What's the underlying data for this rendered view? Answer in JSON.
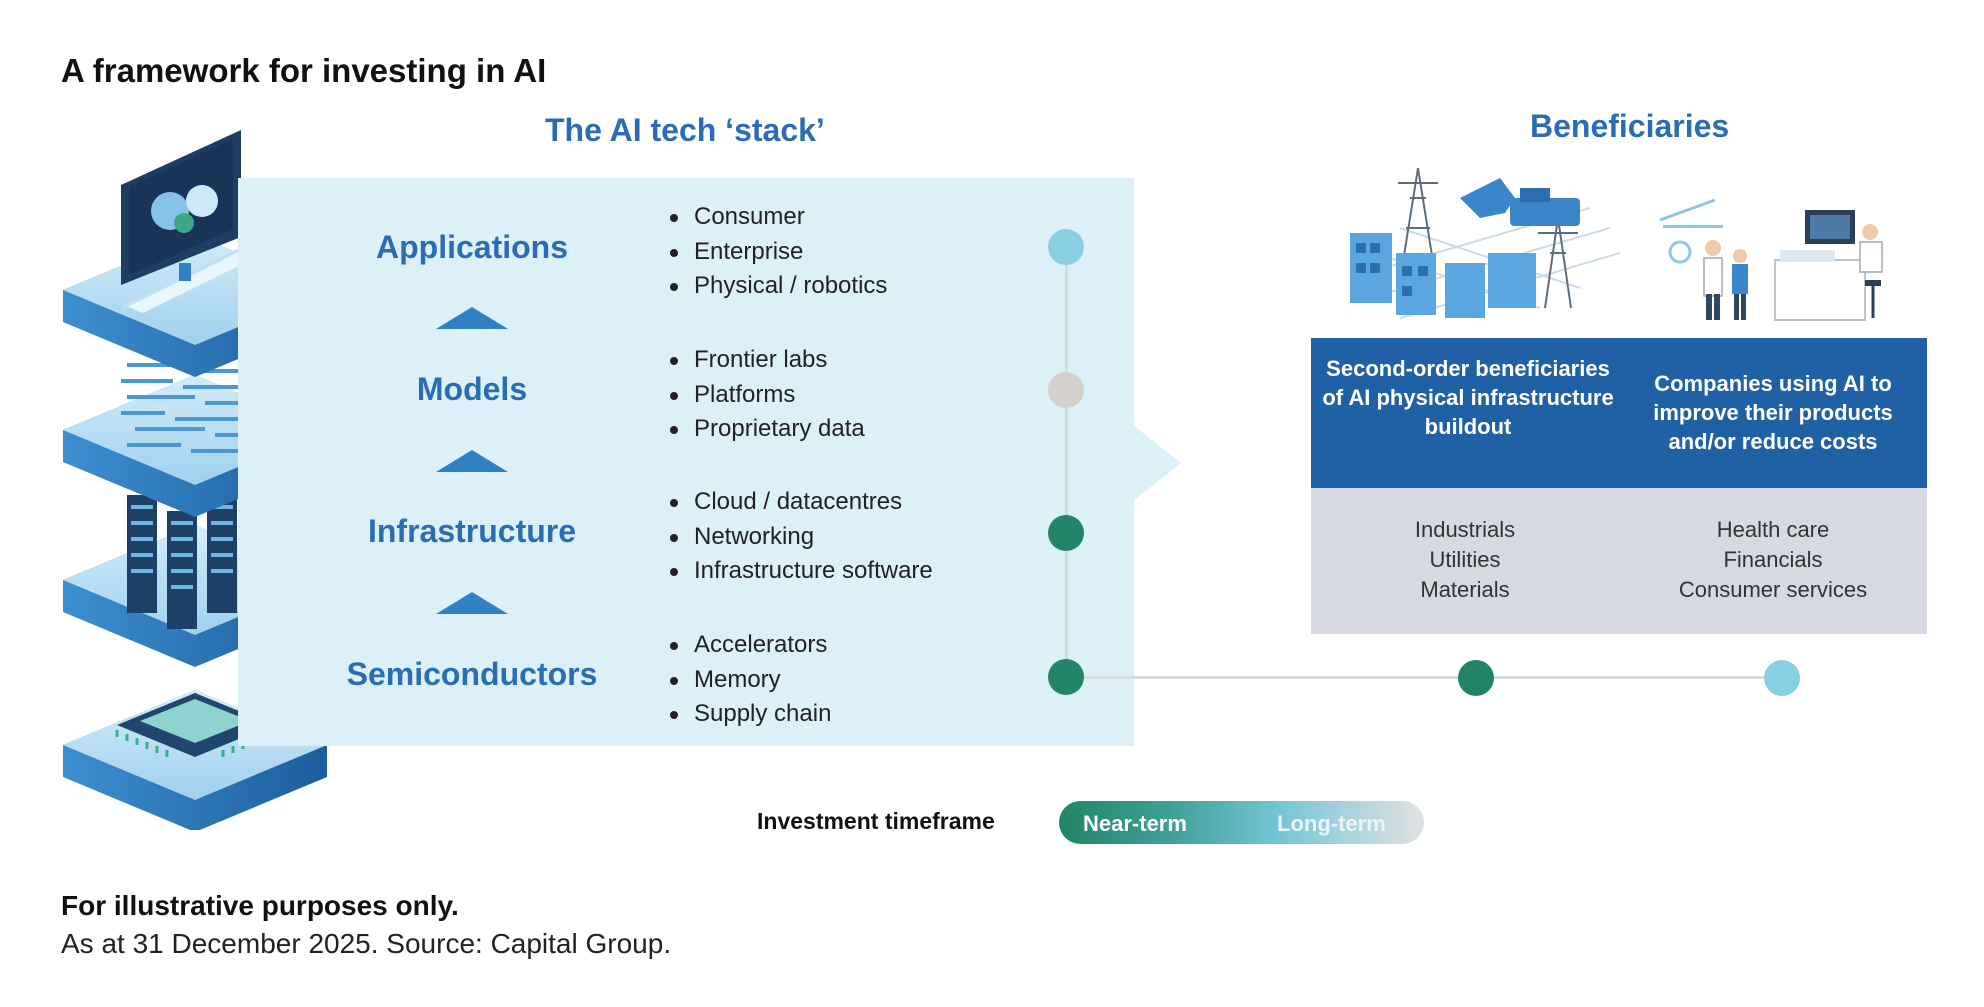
{
  "title": "A framework for investing in AI",
  "stack": {
    "heading": "The AI tech ‘stack’",
    "layers": [
      {
        "label": "Applications",
        "items": [
          "Consumer",
          "Enterprise",
          "Physical / robotics"
        ]
      },
      {
        "label": "Models",
        "items": [
          "Frontier labs",
          "Platforms",
          "Proprietary data"
        ]
      },
      {
        "label": "Infrastructure",
        "items": [
          "Cloud / datacentres",
          "Networking",
          "Infrastructure software"
        ]
      },
      {
        "label": "Semiconductors",
        "items": [
          "Accelerators",
          "Memory",
          "Supply chain"
        ]
      }
    ]
  },
  "beneficiaries": {
    "heading": "Beneficiaries",
    "columns": [
      {
        "title": "Second-order beneficiaries of AI physical infrastructure buildout",
        "sectors": [
          "Industrials",
          "Utilities",
          "Materials"
        ]
      },
      {
        "title": "Companies using AI  to improve their products and/or reduce costs",
        "sectors": [
          "Health care",
          "Financials",
          "Consumer services"
        ]
      }
    ]
  },
  "timeframe": {
    "label": "Investment timeframe",
    "near": "Near-term",
    "long": "Long-term"
  },
  "footnote": {
    "bold": "For illustrative purposes only.",
    "text": "As at 31 December 2025. Source: Capital Group."
  },
  "colors": {
    "brand_blue": "#2a6db4",
    "panel_bg": "#dcf0f8",
    "near_term": "#218468",
    "long_term_light": "#89cfe3",
    "neutral": "#d3d0cd",
    "box_blue": "#2061a6",
    "box_grey": "#d6d9e2"
  }
}
